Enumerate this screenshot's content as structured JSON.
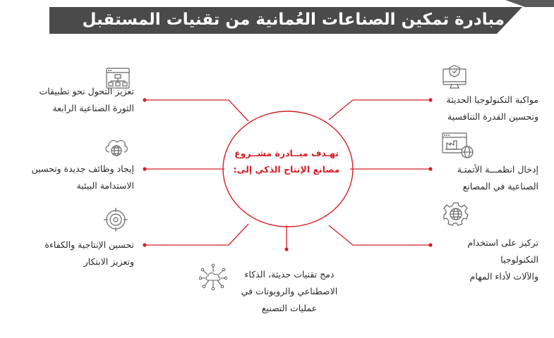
{
  "header": {
    "title": "مبادرة تمكين الصناعات العُمانية من تقنيات المستقبل"
  },
  "center": {
    "line1": "تهـدف مبــادرة مشــروع",
    "line2": "مصانع الإنتاج الذكي إلى:"
  },
  "items": [
    {
      "lines": [
        "تعزيز التحول نحو تطبيقات",
        "الثورة الصناعية الرابعة"
      ],
      "icon": "network-diagram-icon"
    },
    {
      "lines": [
        "إيجاد وظائف جديدة وتحسين",
        "الاستدامة البيئية"
      ],
      "icon": "cloud-globe-icon"
    },
    {
      "lines": [
        "تحسين الإنتاجية والكفاءة",
        "وتعزيز الابتكار"
      ],
      "icon": "target-icon"
    },
    {
      "lines": [
        "دمج تقنيات حديثة، الذكاء",
        "الاصطناعي والروبوتات في",
        "عمليات التصنيع"
      ],
      "icon": "ai-network-icon"
    },
    {
      "lines": [
        "مواكبة التكنولوجيا الحديثة",
        "وتحسين القدرة التنافسية"
      ],
      "icon": "computer-shield-icon"
    },
    {
      "lines": [
        "إدخال انظمـــة الأتمتـة",
        "الصناعية في المصانع"
      ],
      "icon": "browser-factory-icon"
    },
    {
      "lines": [
        "تركيز على استخدام",
        "التكنولوجيا",
        "والآلات لأداء المهام"
      ],
      "icon": "gear-globe-icon"
    }
  ],
  "colors": {
    "accent": "#d32027",
    "banner": "#4a4a4a",
    "text": "#2a2a2a",
    "icon": "#666666"
  }
}
